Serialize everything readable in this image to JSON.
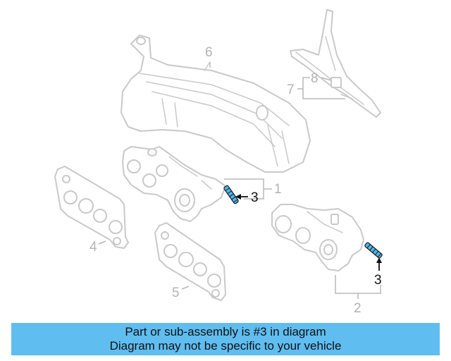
{
  "diagram": {
    "callouts": {
      "c1": "1",
      "c2": "2",
      "c3a": "3",
      "c3b": "3",
      "c4": "4",
      "c5": "5",
      "c6": "6",
      "c7": "7",
      "c8": "8"
    },
    "highlighted_part": "3",
    "highlight_color": "#4fb5e8"
  },
  "banner": {
    "line1": "Part or sub-assembly is #3 in diagram",
    "line2": "Diagram may not be specific to your vehicle",
    "background": "#5fbdf0"
  }
}
